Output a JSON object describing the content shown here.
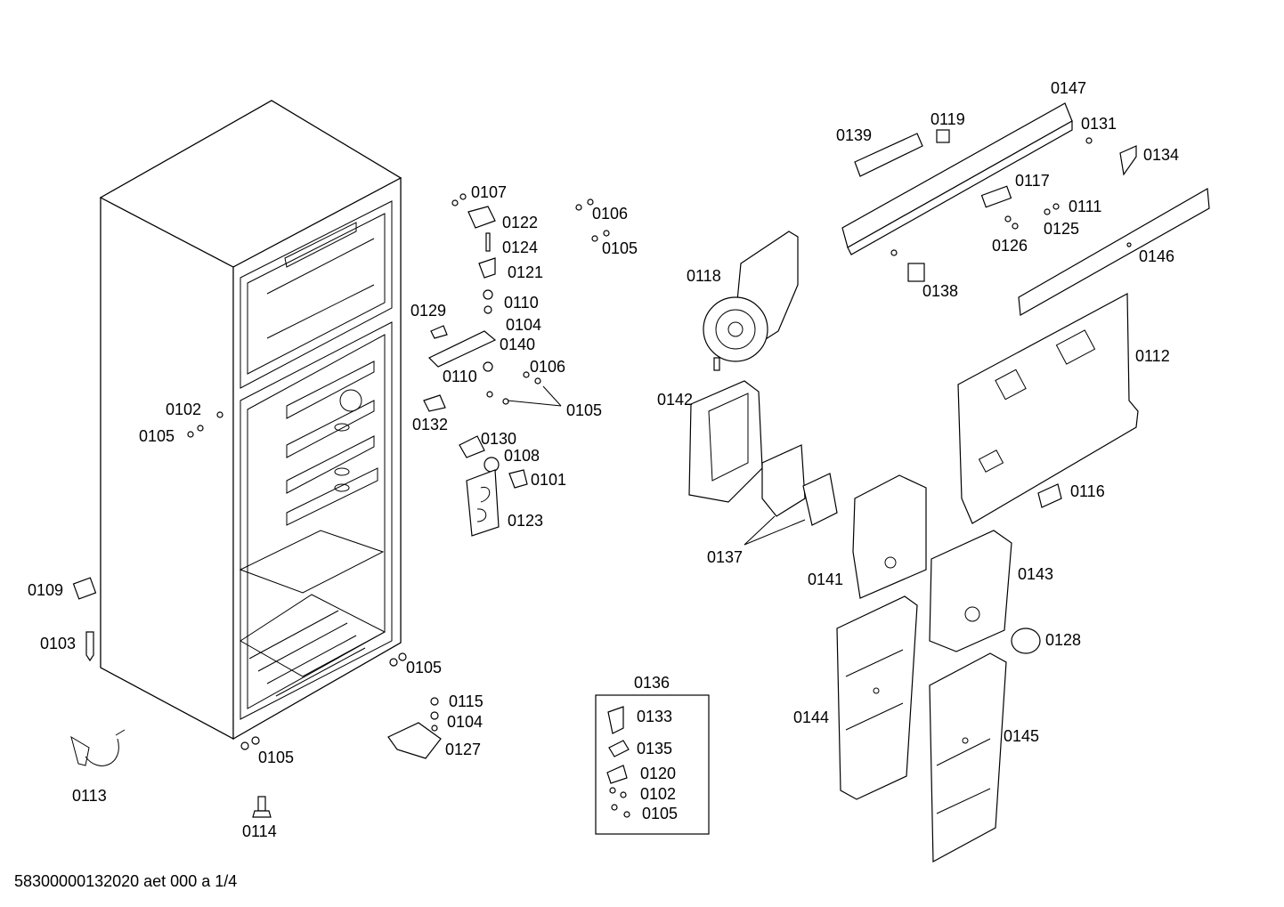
{
  "footer_code": "58300000132020 aet 000 a 1/4",
  "callouts": {
    "c0147": "0147",
    "c0119": "0119",
    "c0131": "0131",
    "c0139": "0139",
    "c0134": "0134",
    "c0117": "0117",
    "c0111": "0111",
    "c0125": "0125",
    "c0126": "0126",
    "c0146": "0146",
    "c0138": "0138",
    "c0118": "0118",
    "c0112": "0112",
    "c0142": "0142",
    "c0116": "0116",
    "c0137": "0137",
    "c0141": "0141",
    "c0143": "0143",
    "c0128": "0128",
    "c0144": "0144",
    "c0145": "0145",
    "c0107": "0107",
    "c0122": "0122",
    "c0124": "0124",
    "c0121": "0121",
    "c0110a": "0110",
    "c0104a": "0104",
    "c0140": "0140",
    "c0129": "0129",
    "c0110b": "0110",
    "c0106a": "0106",
    "c0105a": "0105",
    "c0106b": "0106",
    "c0105b": "0105",
    "c0132": "0132",
    "c0130": "0130",
    "c0108": "0108",
    "c0101": "0101",
    "c0123": "0123",
    "c0102": "0102",
    "c0105c": "0105",
    "c0109": "0109",
    "c0103": "0103",
    "c0105d": "0105",
    "c0105e": "0105",
    "c0113": "0113",
    "c0114": "0114",
    "c0115": "0115",
    "c0104b": "0104",
    "c0127": "0127",
    "c0136": "0136",
    "c0133": "0133",
    "c0135": "0135",
    "c0120": "0120",
    "c0102b": "0102",
    "c0105f": "0105"
  }
}
